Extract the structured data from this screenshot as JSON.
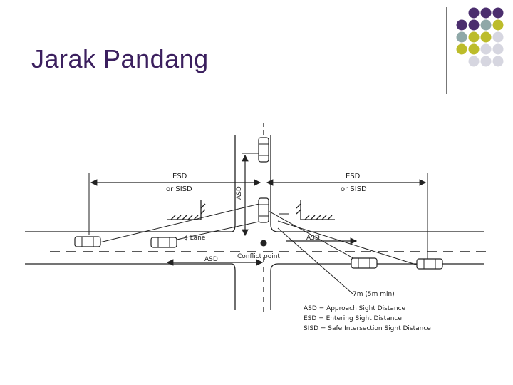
{
  "slide": {
    "title": "Jarak Pandang",
    "accent_colors": {
      "title": "#3b1f5e",
      "purple": "#4b2e6e",
      "teal": "#8fa8a8",
      "olive": "#bcbc2a",
      "light": "#d6d6e0"
    }
  },
  "diagram": {
    "labels": {
      "esd_left": "ESD",
      "or_siso_left": "or SISD",
      "esd_right": "ESD",
      "or_siso_right": "or SISD",
      "asd_vertical": "ASD",
      "lane": "¢ Lane",
      "asd_right": "ASD",
      "asd_lower": "ASD",
      "conflict_point": "Conflict point",
      "seven_m": "7m (5m min)"
    },
    "legend": [
      "ASD = Approach Sight Distance",
      "ESD = Entering Sight Distance",
      "SISD = Safe Intersection Sight Distance"
    ]
  }
}
